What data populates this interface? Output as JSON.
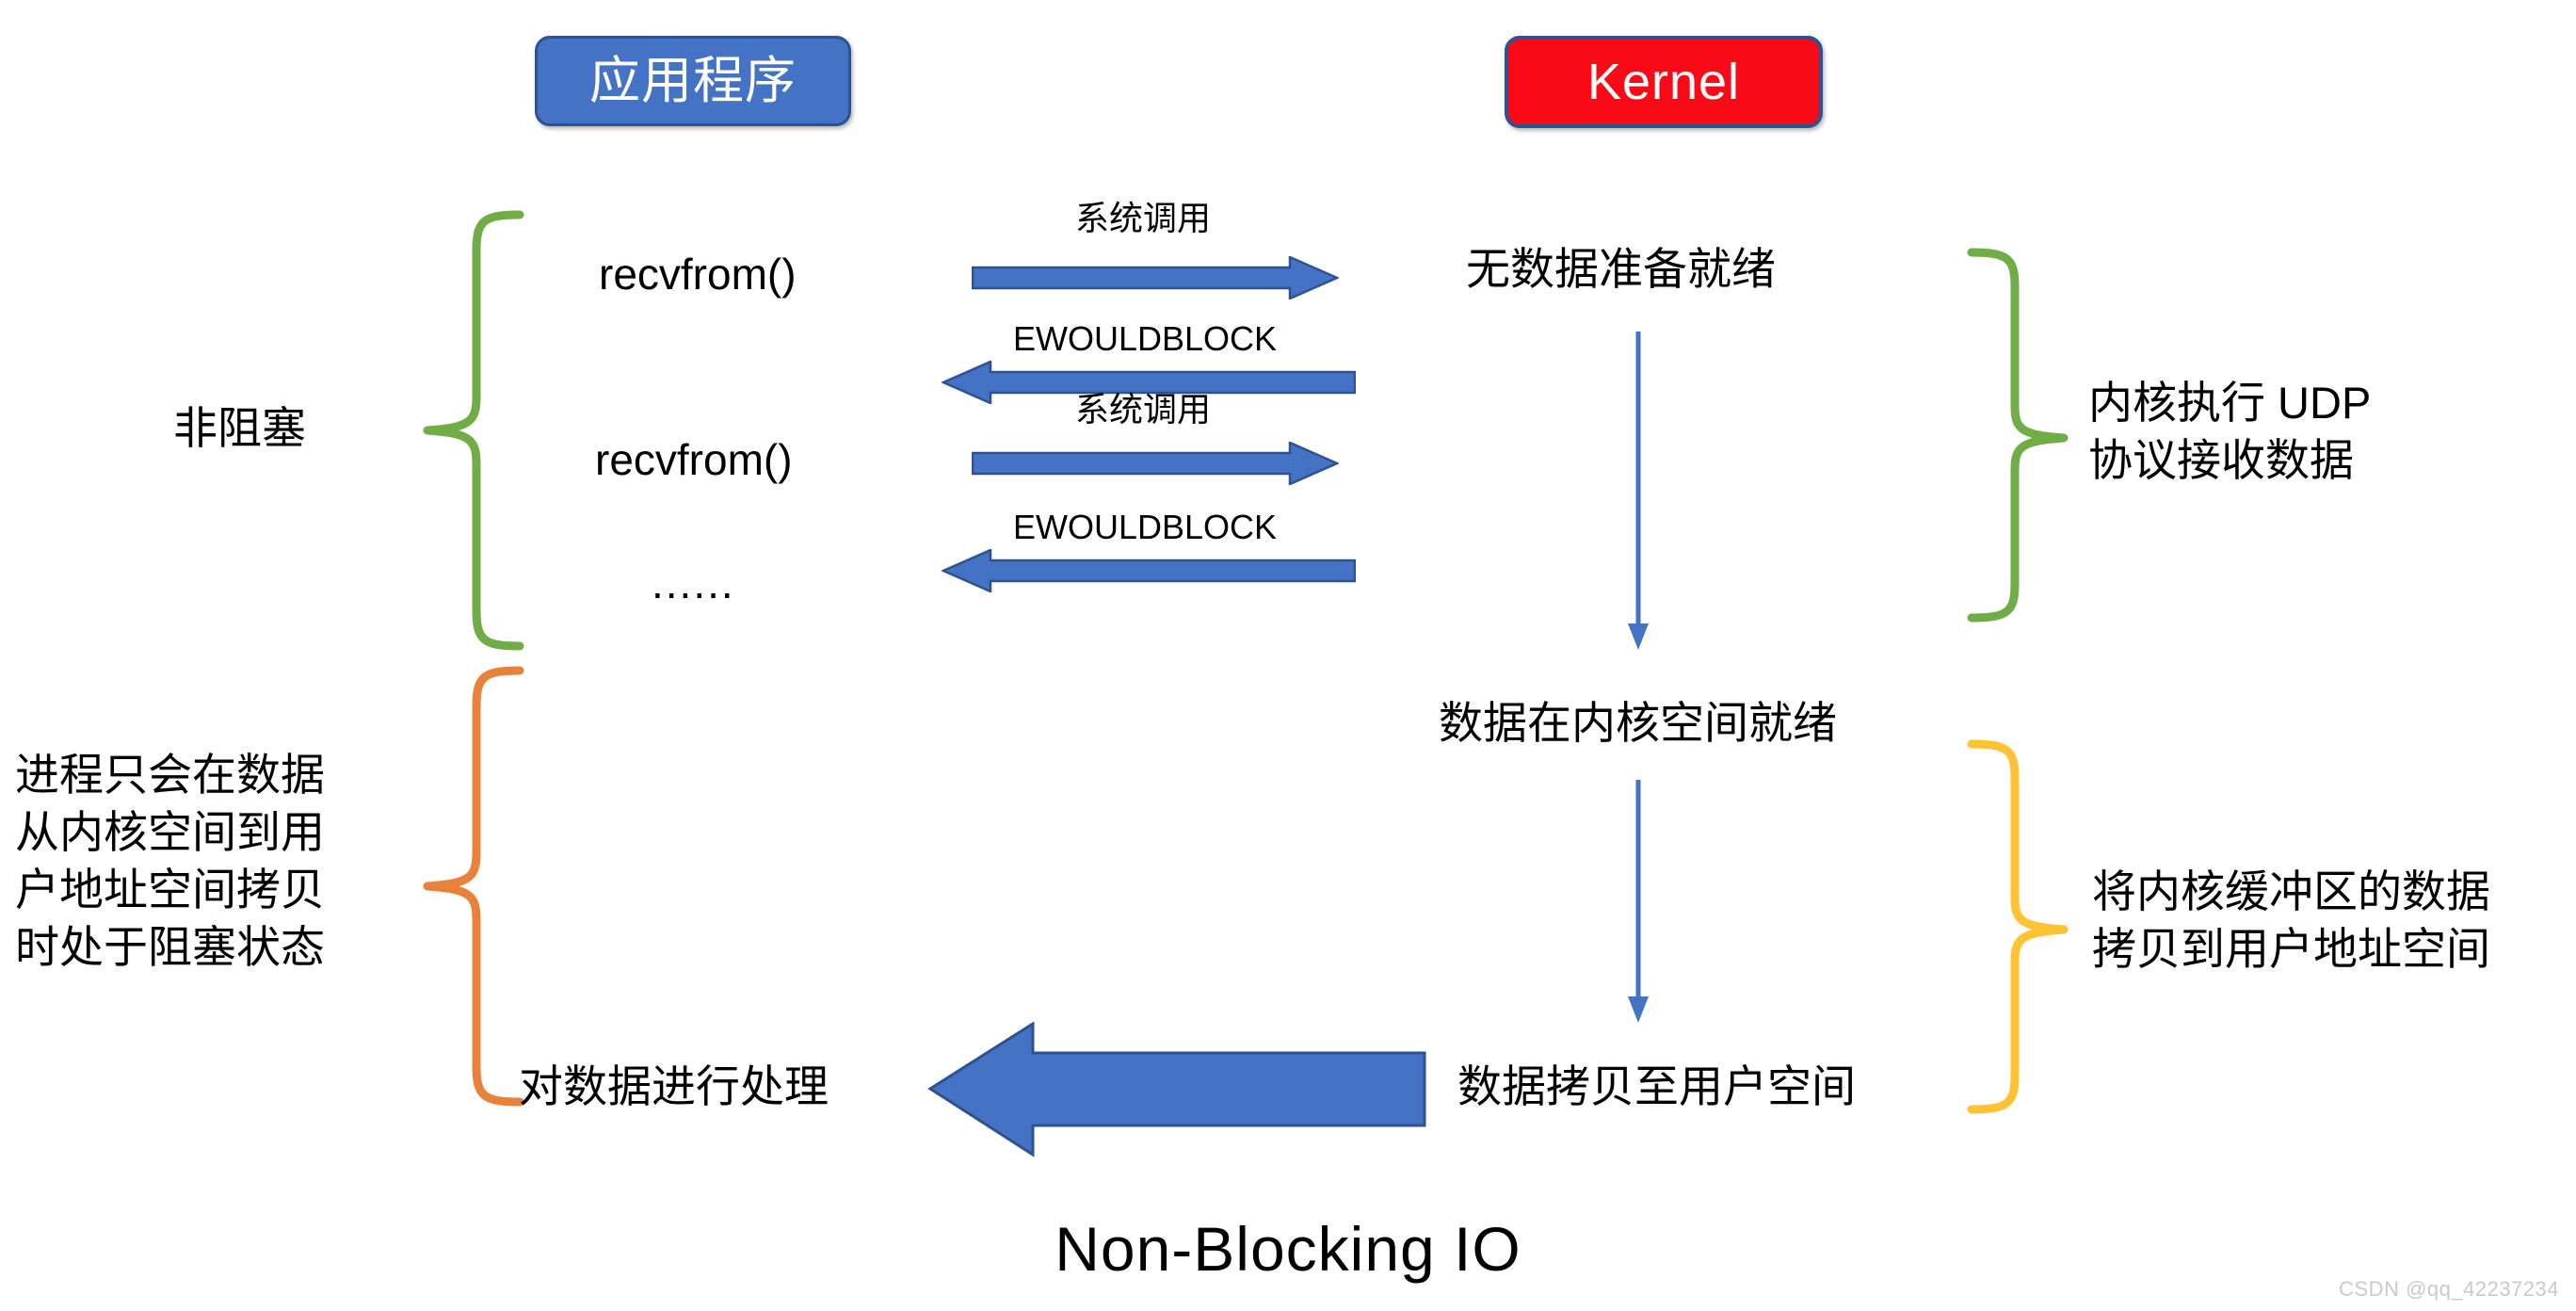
{
  "diagram": {
    "title": "Non-Blocking IO",
    "watermark": "CSDN @qq_42237234",
    "headers": {
      "app_box": "应用程序",
      "kernel_box": "Kernel"
    },
    "colors": {
      "app_box_fill": "#4472C4",
      "app_box_border": "#2E528F",
      "kernel_box_fill": "#FA0A16",
      "kernel_box_border": "#2E528F",
      "arrow_fill": "#4472C4",
      "arrow_border": "#2E528F",
      "thin_arrow": "#4472C4",
      "brace_green": "#70AD47",
      "brace_orange": "#E8813A",
      "brace_yellow": "#FFC233",
      "text": "#000000",
      "watermark": "#C9C9C9"
    },
    "app_column": {
      "call_1": "recvfrom()",
      "call_2": "recvfrom()",
      "ellipsis": "......",
      "process_data": "对数据进行处理"
    },
    "middle_arrows": [
      {
        "label": "系统调用",
        "direction": "right"
      },
      {
        "label": "EWOULDBLOCK",
        "direction": "left"
      },
      {
        "label": "系统调用",
        "direction": "right"
      },
      {
        "label": "EWOULDBLOCK",
        "direction": "left"
      }
    ],
    "big_arrow": {
      "direction": "left",
      "source_label": "数据拷贝至用户空间",
      "target_label": "对数据进行处理"
    },
    "kernel_column": {
      "state_1": "无数据准备就绪",
      "state_2": "数据在内核空间就绪",
      "state_3": "数据拷贝至用户空间"
    },
    "braces": {
      "left_top": {
        "label": "非阻塞",
        "color": "#70AD47"
      },
      "left_bottom": {
        "label": "进程只会在数据\n从内核空间到用\n户地址空间拷贝\n时处于阻塞状态",
        "color": "#E8813A"
      },
      "right_top": {
        "label": "内核执行 UDP\n协议接收数据",
        "color": "#70AD47"
      },
      "right_bottom": {
        "label": "将内核缓冲区的数据\n拷贝到用户地址空间",
        "color": "#FFC233"
      }
    }
  }
}
